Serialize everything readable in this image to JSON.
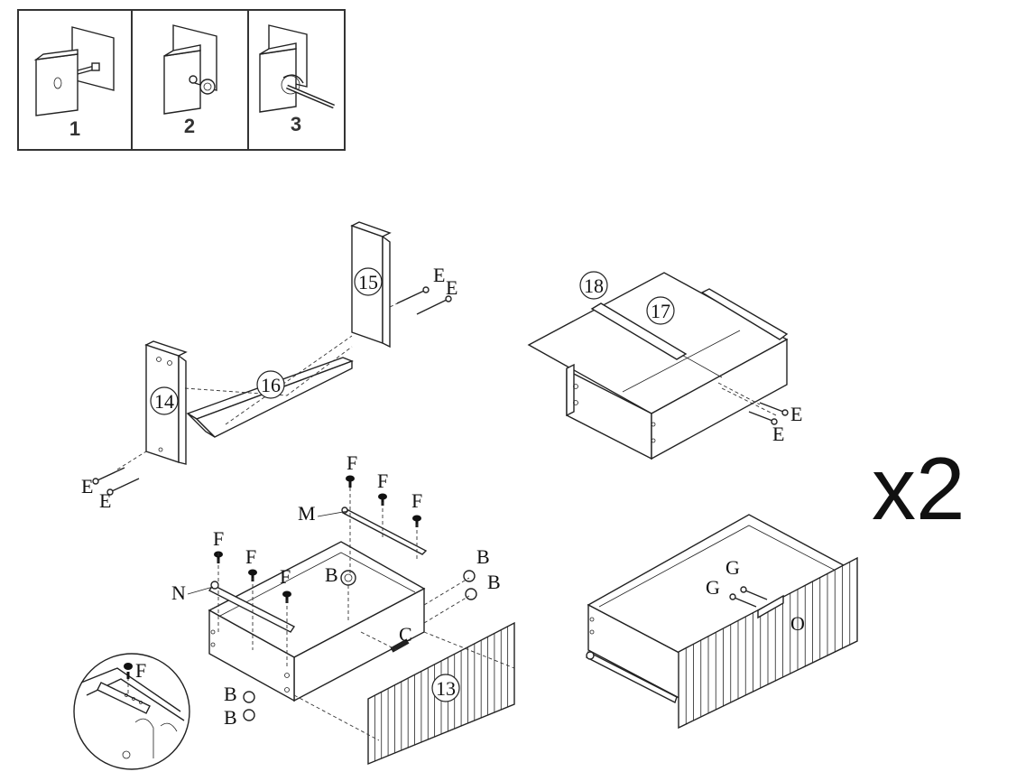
{
  "steps": [
    "1",
    "2",
    "3"
  ],
  "panel_labels": {
    "p14": "14",
    "p15": "15",
    "p16": "16",
    "p17": "17",
    "p18": "18",
    "p13": "13"
  },
  "hardware": {
    "e": "E",
    "f": "F",
    "b": "B",
    "c": "C",
    "g": "G",
    "m": "M",
    "n": "N",
    "o": "O"
  },
  "multiplier": "x2"
}
